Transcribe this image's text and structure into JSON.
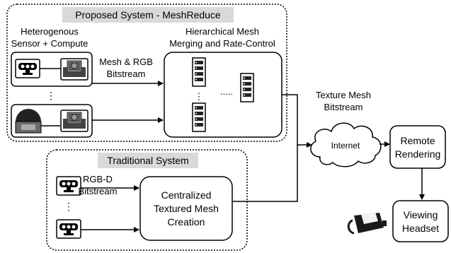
{
  "proposed": {
    "title": "Proposed System - MeshReduce",
    "sensor_heading_line1": "Heterogenous",
    "sensor_heading_line2": "Sensor + Compute",
    "merge_heading_line1": "Hierarchical Mesh",
    "merge_heading_line2": "Merging and Rate-Control",
    "link_label_line1": "Mesh & RGB",
    "link_label_line2": "Bitstream",
    "vertical_ellipsis": "⋮",
    "horizontal_ellipsis": "....."
  },
  "traditional": {
    "title": "Traditional System",
    "link_label_line1": "RGB-D",
    "link_label_line2": "Bitstream",
    "centralized_line1": "Centralized",
    "centralized_line2": "Textured Mesh",
    "centralized_line3": "Creation",
    "vertical_ellipsis": "⋮"
  },
  "network": {
    "label_line1": "Texture Mesh",
    "label_line2": "Bitstream",
    "cloud_label": "Internet"
  },
  "remote": {
    "line1": "Remote",
    "line2": "Rendering"
  },
  "headset": {
    "line1": "Viewing",
    "line2": "Headset"
  },
  "colors": {
    "title_fill": "#d9d9d9",
    "line": "#000000",
    "device_gray": "#5a5a5a",
    "rack_dark": "#222222"
  }
}
